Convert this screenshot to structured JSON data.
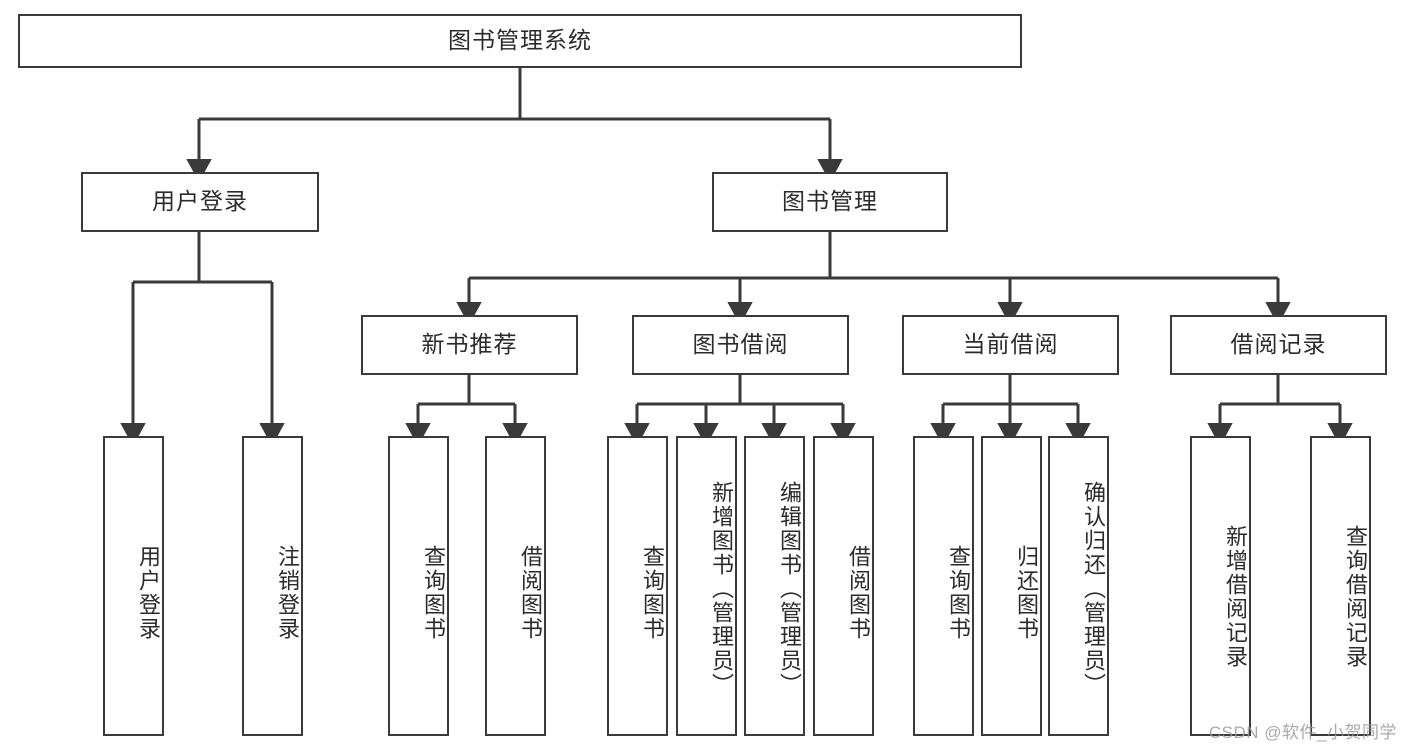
{
  "diagram": {
    "title": "图书管理系统",
    "type": "tree",
    "colors": {
      "stroke": "#3a3a3a",
      "fill": "#ffffff",
      "text": "#2b2b2b",
      "watermark": "#9b9b9b"
    },
    "watermark": "CSDN @软件_小贺同学",
    "levels": {
      "root": [
        "图书管理系统"
      ],
      "level2": [
        "用户登录",
        "图书管理"
      ],
      "level3": [
        "新书推荐",
        "图书借阅",
        "当前借阅",
        "借阅记录"
      ],
      "level4": [
        "用户登录",
        "注销登录",
        "查询图书",
        "借阅图书",
        "查询图书",
        "新增图书（管理员）",
        "编辑图书（管理员）",
        "借阅图书",
        "查询图书",
        "归还图书",
        "确认归还（管理员）",
        "新增借阅记录",
        "查询借阅记录"
      ]
    },
    "nodes": {
      "root": {
        "label": "图书管理系统"
      },
      "user_login": {
        "label": "用户登录"
      },
      "book_mgmt": {
        "label": "图书管理"
      },
      "new_book_rec": {
        "label": "新书推荐"
      },
      "book_borrow": {
        "label": "图书借阅"
      },
      "current_borrow": {
        "label": "当前借阅"
      },
      "borrow_record": {
        "label": "借阅记录"
      },
      "leaf_user_login": {
        "label": "用户登录"
      },
      "leaf_logout": {
        "label": "注销登录"
      },
      "leaf_query_book_a": {
        "label": "查询图书"
      },
      "leaf_borrow_book_a": {
        "label": "借阅图书"
      },
      "leaf_query_book_b": {
        "label": "查询图书"
      },
      "leaf_add_book": {
        "label": "新增图书（管理员）"
      },
      "leaf_edit_book": {
        "label": "编辑图书（管理员）"
      },
      "leaf_borrow_book_b": {
        "label": "借阅图书"
      },
      "leaf_query_book_c": {
        "label": "查询图书"
      },
      "leaf_return_book": {
        "label": "归还图书"
      },
      "leaf_confirm_return": {
        "label": "确认归还（管理员）"
      },
      "leaf_add_record": {
        "label": "新增借阅记录"
      },
      "leaf_query_record": {
        "label": "查询借阅记录"
      }
    },
    "edges": [
      {
        "from": "root",
        "to": "user_login"
      },
      {
        "from": "root",
        "to": "book_mgmt"
      },
      {
        "from": "user_login",
        "to": "leaf_user_login"
      },
      {
        "from": "user_login",
        "to": "leaf_logout"
      },
      {
        "from": "book_mgmt",
        "to": "new_book_rec"
      },
      {
        "from": "book_mgmt",
        "to": "book_borrow"
      },
      {
        "from": "book_mgmt",
        "to": "current_borrow"
      },
      {
        "from": "book_mgmt",
        "to": "borrow_record"
      },
      {
        "from": "new_book_rec",
        "to": "leaf_query_book_a"
      },
      {
        "from": "new_book_rec",
        "to": "leaf_borrow_book_a"
      },
      {
        "from": "book_borrow",
        "to": "leaf_query_book_b"
      },
      {
        "from": "book_borrow",
        "to": "leaf_add_book"
      },
      {
        "from": "book_borrow",
        "to": "leaf_edit_book"
      },
      {
        "from": "book_borrow",
        "to": "leaf_borrow_book_b"
      },
      {
        "from": "current_borrow",
        "to": "leaf_query_book_c"
      },
      {
        "from": "current_borrow",
        "to": "leaf_return_book"
      },
      {
        "from": "current_borrow",
        "to": "leaf_confirm_return"
      },
      {
        "from": "borrow_record",
        "to": "leaf_add_record"
      },
      {
        "from": "borrow_record",
        "to": "leaf_query_record"
      }
    ]
  }
}
